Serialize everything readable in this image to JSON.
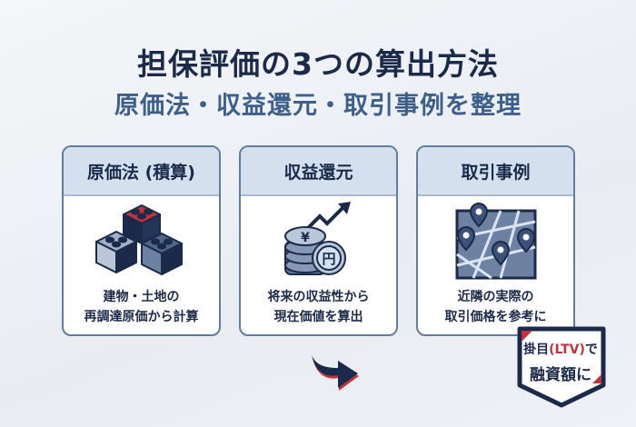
{
  "header": {
    "title": "担保評価の3つの算出方法",
    "subtitle": "原価法・収益還元・取引事例を整理"
  },
  "cards": [
    {
      "title": "原価法 (積算)",
      "icon": "building-blocks-icon",
      "desc_line1": "建物・土地の",
      "desc_line2": "再調達原価から計算"
    },
    {
      "title": "収益還元",
      "icon": "coins-growth-icon",
      "coin_symbol_1": "¥",
      "coin_symbol_2": "円",
      "desc_line1": "将来の収益性から",
      "desc_line2": "現在価値を算出"
    },
    {
      "title": "取引事例",
      "icon": "map-pins-icon",
      "desc_line1": "近隣の実際の",
      "desc_line2": "取引価格を参考に"
    }
  ],
  "badge": {
    "line1_pre": "掛目",
    "line1_highlight": "(LTV)",
    "line1_post": "で",
    "line2": "融資額に"
  },
  "colors": {
    "navy": "#1b2a4a",
    "accent_red": "#c0333a",
    "card_border": "#5e7da0",
    "card_header": "#d4e0ee",
    "subtitle": "#3d5f8c"
  }
}
